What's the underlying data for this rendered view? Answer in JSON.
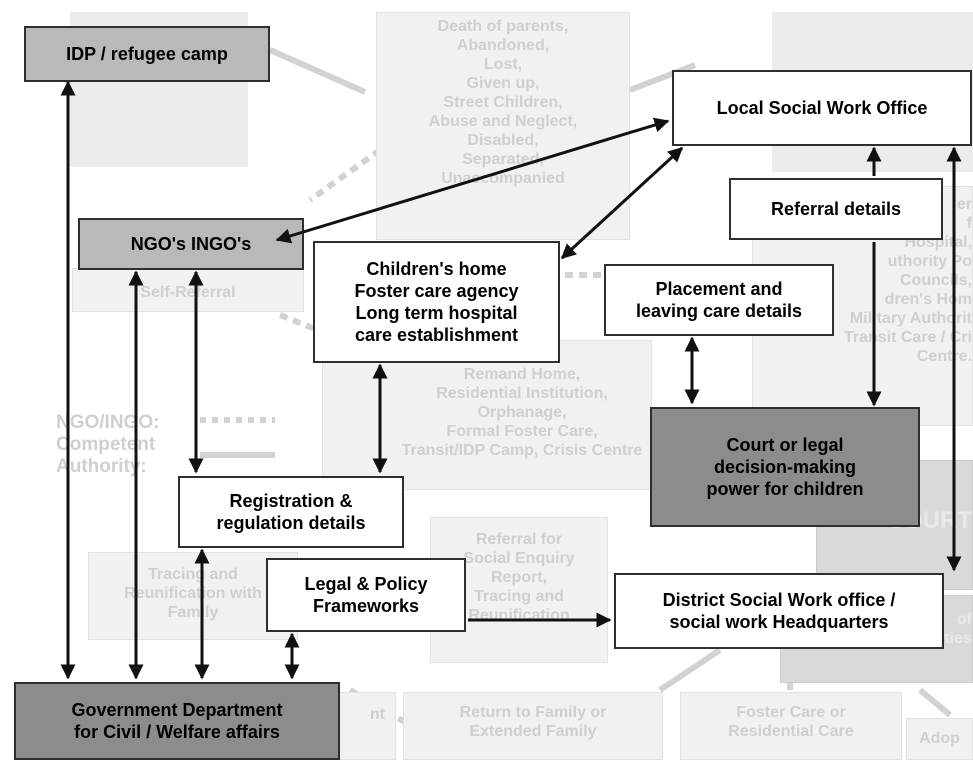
{
  "background_text": {
    "reasons": "Death of parents,\nAbandoned,\nLost,\nGiven up,\nStreet Children,\nAbuse and Neglect,\nDisabled,\nSeparated,\nUnaccompanied",
    "self_referral": "Self-Referral",
    "placements": "Home,\nRemand Home,\nResidential Institution,\nOrphanage,\nFormal Foster Care,\nTransit/IDP Camp, Crisis Centre",
    "referrers_right": "er\nf\nHospital,\nuthority Po\nCouncils,\ndren's Hom\nMilitary Authorit\nTransit Care / Cri\nCentre.",
    "ngo_competent": "NGO/INGO:\nCompetent\nAuthority:",
    "tracing": "Tracing and\nReunification with\nFamily",
    "referral_social_enquiry": "Referral for\nSocial Enquiry\nReport,\nTracing and\nReunification",
    "court": "COURT",
    "responsibilities": "of\nResponsibilities",
    "return_family": "Return to Family or\nExtended Family",
    "foster_residential": "Foster Care or\nResidential Care",
    "adoption": "Adop",
    "nt_fragment": "nt"
  },
  "boxes": {
    "idp_camp": "IDP / refugee camp",
    "local_office": "Local Social Work Office",
    "ngo": "NGO's INGO's",
    "childrens_home": "Children's home\nFoster care agency\nLong term hospital\ncare establishment",
    "referral_details": "Referral details",
    "placement_details": "Placement and\nleaving care details",
    "court": "Court or legal\ndecision-making\npower for children",
    "registration": "Registration &\nregulation details",
    "legal_policy": "Legal & Policy\nFrameworks",
    "district_office": "District Social Work office /\nsocial work Headquarters",
    "gov_dept": "Government Department\nfor Civil / Welfare affairs"
  },
  "colors": {
    "arrow": "#111111",
    "light_box": "#ffffff",
    "medium_box": "#b9b9b9",
    "dark_box": "#8c8c8c",
    "ghost_arrow": "#d2d2d2"
  }
}
